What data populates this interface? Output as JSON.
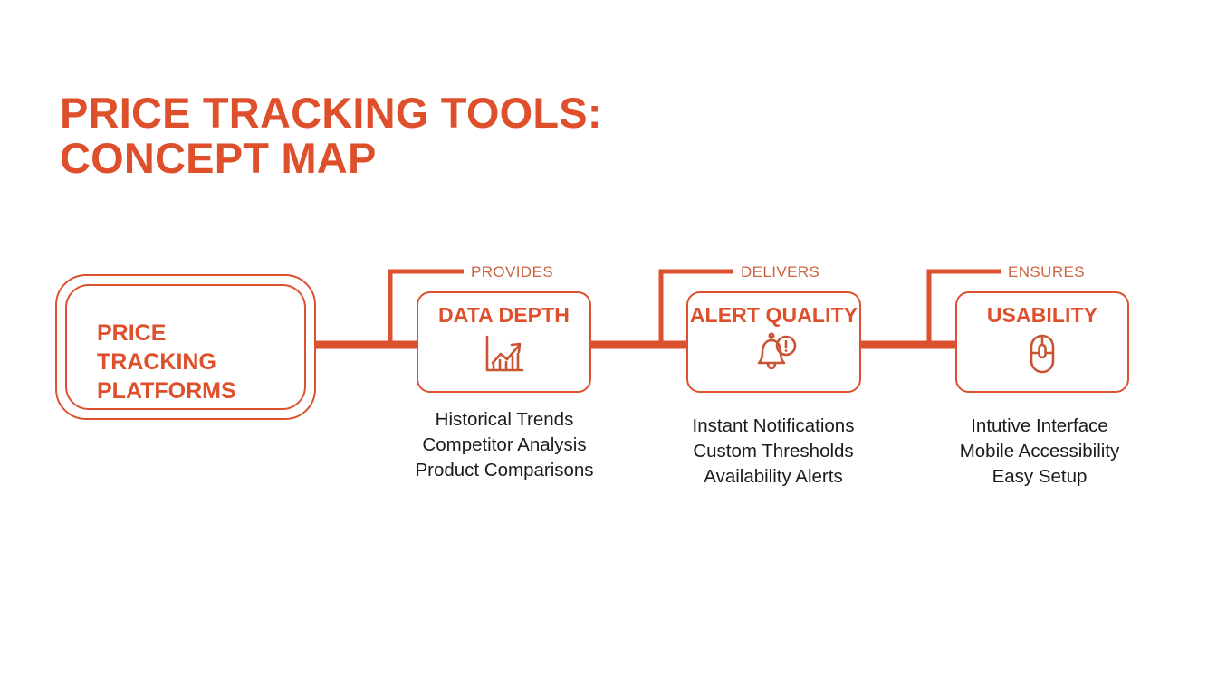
{
  "title": {
    "line1": "PRICE TRACKING TOOLS:",
    "line2": "CONCEPT MAP",
    "full": "PRICE TRACKING TOOLS:\nCONCEPT MAP"
  },
  "colors": {
    "accent": "#DE4F2C",
    "line": "#DC5130",
    "label": "#C9643F",
    "text": "#1b1b1b",
    "background": "#ffffff"
  },
  "root": {
    "label": "PRICE TRACKING\nPLATFORMS",
    "line1": "PRICE TRACKING",
    "line2": "PLATFORMS"
  },
  "relations": [
    {
      "label": "PROVIDES"
    },
    {
      "label": "DELIVERS"
    },
    {
      "label": "ENSURES"
    }
  ],
  "branches": [
    {
      "title": "DATA DEPTH",
      "icon": "growth-chart-icon",
      "relation": "PROVIDES",
      "details": [
        "Historical Trends",
        "Competitor Analysis",
        "Product Comparisons"
      ],
      "details_text": "Historical Trends\nCompetitor Analysis\nProduct Comparisons"
    },
    {
      "title": "ALERT QUALITY",
      "icon": "bell-alert-icon",
      "relation": "DELIVERS",
      "details": [
        "Instant Notifications",
        "Custom Thresholds",
        "Availability Alerts"
      ],
      "details_text": "Instant Notifications\nCustom Thresholds\nAvailability Alerts"
    },
    {
      "title": "USABILITY",
      "icon": "computer-mouse-icon",
      "relation": "ENSURES",
      "details": [
        "Intutive Interface",
        "Mobile Accessibility",
        "Easy Setup"
      ],
      "details_text": "Intutive Interface\nMobile Accessibility\nEasy Setup"
    }
  ]
}
